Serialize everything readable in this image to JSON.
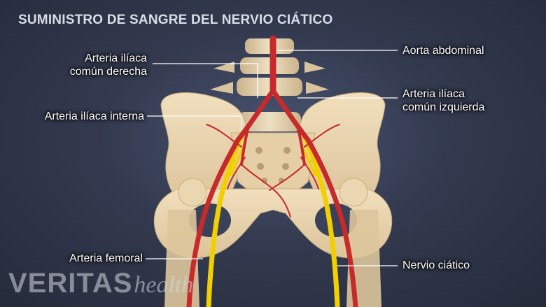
{
  "title": "SUMINISTRO DE SANGRE DEL NERVIO CIÁTICO",
  "labels": {
    "iliaca_comun_derecha": [
      "Arteria ilíaca",
      "común derecha"
    ],
    "iliaca_interna": "Arteria ilíaca interna",
    "femoral": "Arteria femoral",
    "aorta_abdominal": "Aorta abdominal",
    "iliaca_comun_izquierda": [
      "Arteria ilíaca",
      "común izquierda"
    ],
    "nervio_ciatico": "Nervio ciático"
  },
  "brand": {
    "main": "VERITAS",
    "sub": "health"
  },
  "colors": {
    "background": "#2e3446",
    "bone": "#e8d3ad",
    "artery": "#c62a2a",
    "nerve": "#f2d000",
    "leader": "#ffffff"
  }
}
